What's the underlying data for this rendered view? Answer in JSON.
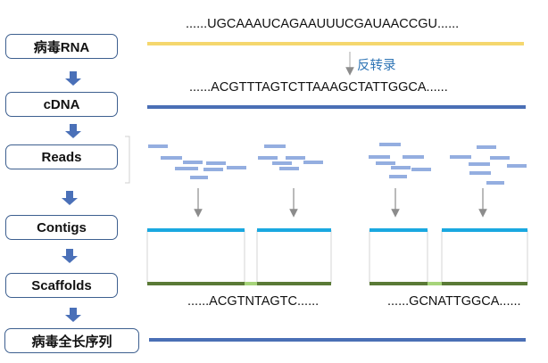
{
  "steps": {
    "rna": "病毒RNA",
    "cdna": "cDNA",
    "reads": "Reads",
    "contigs": "Contigs",
    "scaffolds": "Scaffolds",
    "full": "病毒全长序列"
  },
  "sequences": {
    "rna": "......UGCAAAUCAGAAUUUCGAUAACCGU......",
    "cdna": "......ACGTTTAGTCTTAAAGCTATTGGCA......",
    "scaffold_left": "......ACGTNTAGTC......",
    "scaffold_right": "......GCNATTGGCA......"
  },
  "labels": {
    "reverse_transcription": "反转录"
  },
  "colors": {
    "rna_line": "#f5d76e",
    "cdna_line": "#4a6fb5",
    "read": "#94aee0",
    "contig_top": "#1aa8e0",
    "contig_bottom": "#5a7a36",
    "gap_fill": "#a6d47a",
    "step_arrow": "#4a70b8",
    "gray_arrow": "#8c8c8c"
  }
}
